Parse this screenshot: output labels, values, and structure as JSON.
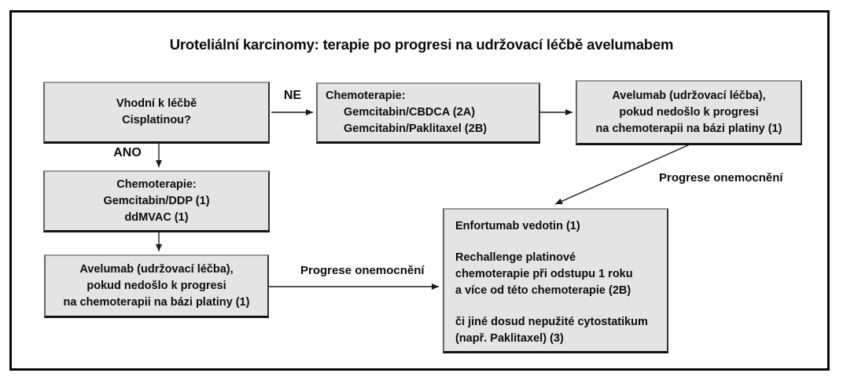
{
  "title": "Uroteliální karcinomy: terapie po progresi na udržovací léčbě avelumabem",
  "boxes": {
    "cisplatin_question": {
      "lines": [
        "Vhodní k léčbě",
        "Cisplatinou?"
      ]
    },
    "chemo_ne": {
      "heading": "Chemoterapie:",
      "options": [
        "Gemcitabin/CBDCA (2A)",
        "Gemcitabin/Paklitaxel (2B)"
      ]
    },
    "avelumab_maintenance_top": {
      "lines": [
        "Avelumab (udržovací léčba),",
        "pokud nedošlo k progresi",
        "na chemoterapii na bázi platiny (1)"
      ]
    },
    "chemo_ano": {
      "lines": [
        "Chemoterapie:",
        "Gemcitabin/DDP (1)",
        "ddMVAC (1)"
      ]
    },
    "avelumab_maintenance_left": {
      "lines": [
        "Avelumab (udržovací léčba),",
        "pokud nedošlo k progresi",
        "na chemoterapii na bázi platiny (1)"
      ]
    },
    "post_progression": {
      "paragraphs": [
        [
          "Enfortumab vedotin (1)"
        ],
        [
          "Rechallenge platinové",
          "chemoterapie při odstupu 1 roku",
          "a více od této chemoterapie (2B)"
        ],
        [
          "či jiné dosud nepužité cytostatikum",
          "(např. Paklitaxel) (3)"
        ]
      ]
    }
  },
  "edge_labels": {
    "ne": "NE",
    "ano": "ANO",
    "progression_top": "Progrese onemocnění",
    "progression_left": "Progrese onemocnění"
  },
  "colors": {
    "background": "#ffffff",
    "frame_border": "#0a0a0a",
    "box_fill": "#e4e4e4",
    "box_border_dark": "#141414",
    "box_border_light": "#999999",
    "arrow": "#1a1a1a",
    "text": "#0c0c0c"
  }
}
